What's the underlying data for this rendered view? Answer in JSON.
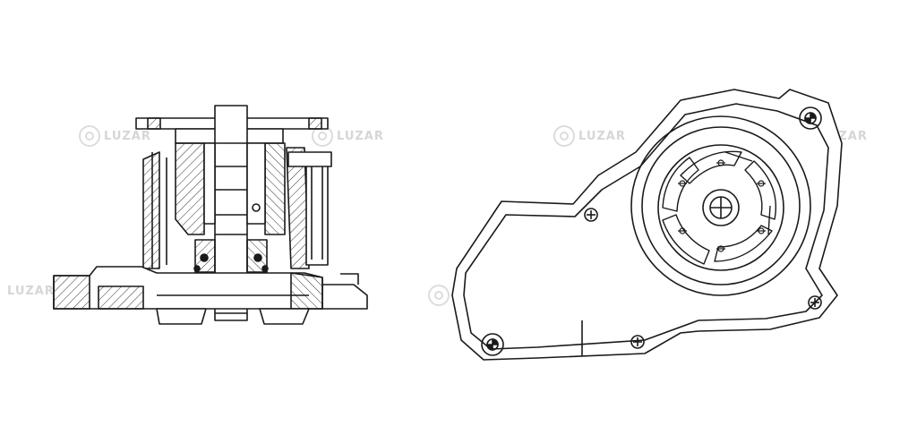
{
  "watermark": {
    "brand": "LUZAR",
    "color": "#d6d6d6"
  },
  "drawing": {
    "line_color": "#1a1a1a",
    "hatch_color": "#333333",
    "views": [
      "section-view",
      "front-view"
    ]
  }
}
